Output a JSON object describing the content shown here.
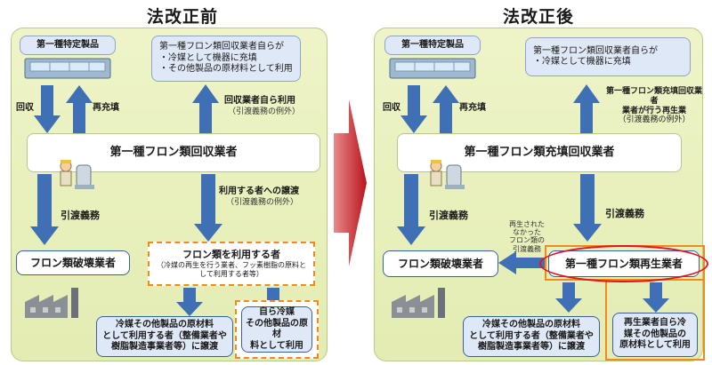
{
  "before": {
    "title": "法改正前",
    "specified_product": "第一種特定製品",
    "recovery_user_box": {
      "line1": "第一種フロン類回収業者自らが",
      "line2": "・冷媒として機器に充填",
      "line3": "・その他製品の原材料として利用"
    },
    "arrow_recovery": "回収",
    "arrow_refill": "再充填",
    "self_use": "回収業者自ら利用",
    "self_use_note": "（引渡義務の例外）",
    "main_box": "第一種フロン類回収業者",
    "transfer_to_user": "利用する者への譲渡",
    "transfer_to_user_note": "（引渡義務の例外）",
    "handover_duty": "引渡義務",
    "destroyer": "フロン類破壊業者",
    "user_box": {
      "title": "フロン類を利用する者",
      "note1": "（冷媒の再生を行う業者、フッ素樹脂の原料と",
      "note2": "して利用する者等）"
    },
    "raw_material_box": {
      "line1": "冷媒その他製品の原材料",
      "line2": "として利用する者（整備業者や",
      "line3": "樹脂製造事業者等）に譲渡"
    },
    "self_refrigerant_box": {
      "line1": "自ら冷媒",
      "line2": "その他製品の原材",
      "line3": "料として利用"
    }
  },
  "after": {
    "title": "法改正後",
    "specified_product": "第一種特定製品",
    "recovery_user_box": {
      "line1": "第一種フロン類回収業者自らが",
      "line2": "・冷媒として機器に充填"
    },
    "arrow_recovery": "回収",
    "arrow_refill": "再充填",
    "self_recycle": {
      "line1": "第一種フロン類充填回収業者",
      "line2": "業者が行う再生業",
      "line3": "（引渡義務の例外）"
    },
    "main_box": "第一種フロン類充填回収業者",
    "handover_duty_left": "引渡義務",
    "handover_duty_right": "引渡義務",
    "not_regenerated": {
      "line1": "再生された",
      "line2": "なかった",
      "line3": "フロン類の",
      "line4": "引渡義務"
    },
    "destroyer": "フロン類破壊業者",
    "regenerator": "第一種フロン類再生業者",
    "raw_material_box": {
      "line1": "冷媒その他製品の原材料",
      "line2": "として利用する者（整備業者や",
      "line3": "樹脂製造事業者等）に譲渡"
    },
    "regenerator_self_box": {
      "line1": "再生業者自ら冷",
      "line2": "媒その他製品の",
      "line3": "原材料として利用"
    }
  },
  "colors": {
    "arrow_blue": "#3f6fb5",
    "panel_green": "#e6eebb",
    "middle_arrow_red": "#c0272d",
    "highlight_orange": "#f08a1a",
    "ellipse_red": "#e0141e"
  }
}
